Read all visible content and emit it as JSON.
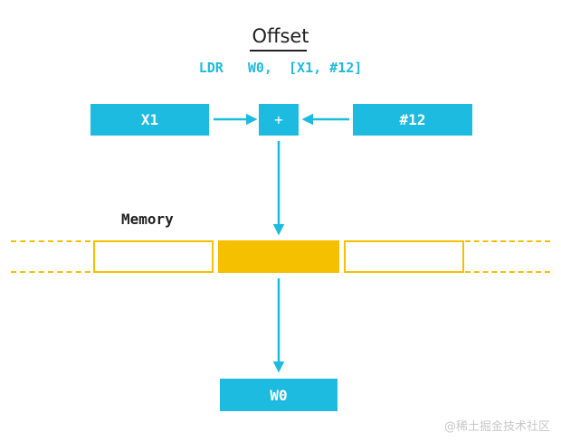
{
  "title": "Offset",
  "instruction": "LDR   W0,  [X1, #12]",
  "boxes": {
    "base": "X1",
    "plus": "+",
    "offset": "#12",
    "dest": "W0"
  },
  "memory_label": "Memory",
  "watermark": "@稀土掘金技术社区",
  "colors": {
    "accent": "#1ebbe0",
    "memory": "#f5c000"
  }
}
